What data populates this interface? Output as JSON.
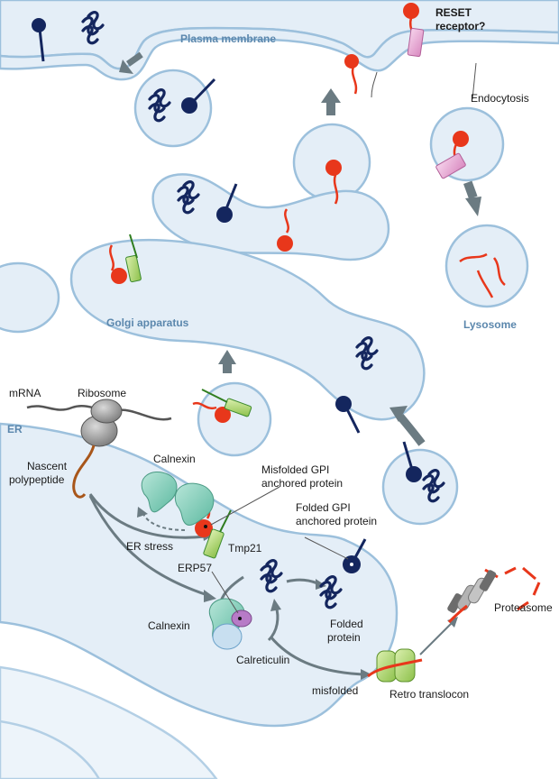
{
  "labels": {
    "plasma_membrane": "Plasma membrane",
    "reset_receptor_line1": "RESET",
    "reset_receptor_line2": "receptor?",
    "endocytosis": "Endocytosis",
    "lysosome": "Lysosome",
    "golgi": "Golgi apparatus",
    "mrna": "mRNA",
    "ribosome": "Ribosome",
    "er": "ER",
    "nascent_line1": "Nascent",
    "nascent_line2": "polypeptide",
    "calnexin_top": "Calnexin",
    "misfolded_gpi_line1": "Misfolded GPI",
    "misfolded_gpi_line2": "anchored protein",
    "er_stress": "ER stress",
    "tmp21": "Tmp21",
    "folded_gpi_line1": "Folded GPI",
    "folded_gpi_line2": "anchored protein",
    "erp57": "ERP57",
    "calnexin_bottom": "Calnexin",
    "calreticulin": "Calreticulin",
    "folded_protein_line1": "Folded",
    "folded_protein_line2": "protein",
    "misfolded": "misfolded",
    "retro_translocon": "Retro translocon",
    "proteasome": "Proteasome"
  },
  "colors": {
    "membrane_fill": "#e4eef7",
    "membrane_stroke": "#9cc0dc",
    "label_blue": "#5b87ad",
    "folded_protein": "#14265e",
    "misfolded_protein": "#e8371b",
    "calnexin": "#7dcbb6",
    "tmp21": "#8bcb6b",
    "reset_receptor": "#e8a3d2",
    "translocon": "#a9d560",
    "ribosome": "#9a9a9a",
    "arrow": "#6b7b82"
  }
}
